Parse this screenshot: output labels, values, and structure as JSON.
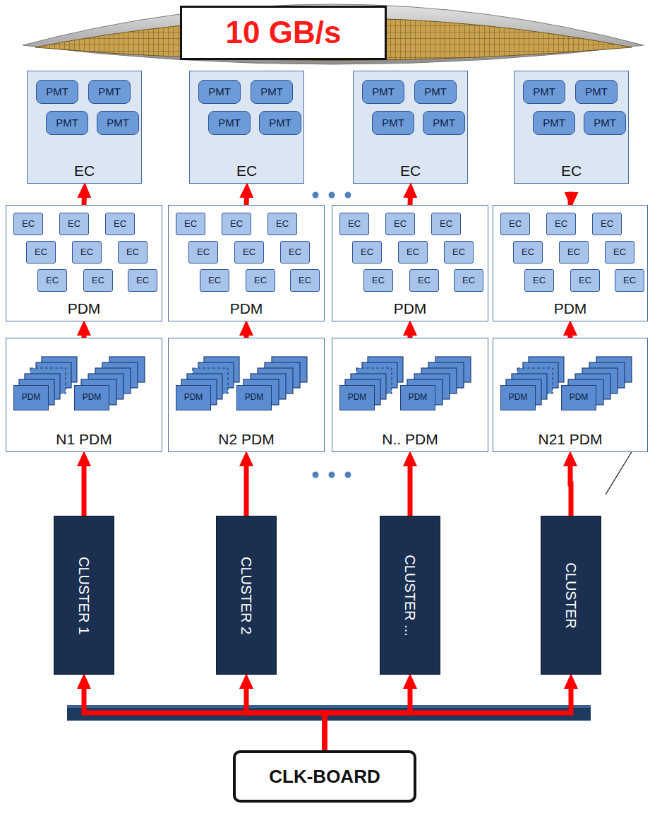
{
  "diagram": {
    "nodes": [
      {
        "text": [
          "10 GB/s"
        ]
      },
      {
        "text": [
          "EC"
        ]
      },
      {
        "text": [
          "PMT"
        ],
        "in": 1
      },
      {
        "text": [
          "PMT"
        ],
        "in": 1
      },
      {
        "text": [
          "PMT"
        ],
        "in": 1
      },
      {
        "text": [
          "PMT"
        ],
        "in": 1
      },
      {
        "text": [
          "EC"
        ]
      },
      {
        "text": [
          "PMT"
        ],
        "in": 6
      },
      {
        "text": [
          "PMT"
        ],
        "in": 6
      },
      {
        "text": [
          "PMT"
        ],
        "in": 6
      },
      {
        "text": [
          "PMT"
        ],
        "in": 6
      },
      {
        "text": [
          "EC"
        ]
      },
      {
        "text": [
          "PMT"
        ],
        "in": 11
      },
      {
        "text": [
          "PMT"
        ],
        "in": 11
      },
      {
        "text": [
          "PMT"
        ],
        "in": 11
      },
      {
        "text": [
          "PMT"
        ],
        "in": 11
      },
      {
        "text": [
          "EC"
        ]
      },
      {
        "text": [
          "PMT"
        ],
        "in": 16
      },
      {
        "text": [
          "PMT"
        ],
        "in": 16
      },
      {
        "text": [
          "PMT"
        ],
        "in": 16
      },
      {
        "text": [
          "PMT"
        ],
        "in": 16
      },
      {
        "text": [
          "PDM"
        ]
      },
      {
        "text": [
          "EC"
        ],
        "in": 21
      },
      {
        "text": [
          "EC"
        ],
        "in": 21
      },
      {
        "text": [
          "EC"
        ],
        "in": 21
      },
      {
        "text": [
          "EC"
        ],
        "in": 21
      },
      {
        "text": [
          "EC"
        ],
        "in": 21
      },
      {
        "text": [
          "EC"
        ],
        "in": 21
      },
      {
        "text": [
          "EC"
        ],
        "in": 21
      },
      {
        "text": [
          "EC"
        ],
        "in": 21
      },
      {
        "text": [
          "EC"
        ],
        "in": 21
      },
      {
        "text": [
          "PDM"
        ]
      },
      {
        "text": [
          "EC"
        ],
        "in": 31
      },
      {
        "text": [
          "EC"
        ],
        "in": 31
      },
      {
        "text": [
          "EC"
        ],
        "in": 31
      },
      {
        "text": [
          "EC"
        ],
        "in": 31
      },
      {
        "text": [
          "EC"
        ],
        "in": 31
      },
      {
        "text": [
          "EC"
        ],
        "in": 31
      },
      {
        "text": [
          "EC"
        ],
        "in": 31
      },
      {
        "text": [
          "EC"
        ],
        "in": 31
      },
      {
        "text": [
          "EC"
        ],
        "in": 31
      },
      {
        "text": [
          "PDM"
        ]
      },
      {
        "text": [
          "EC"
        ],
        "in": 41
      },
      {
        "text": [
          "EC"
        ],
        "in": 41
      },
      {
        "text": [
          "EC"
        ],
        "in": 41
      },
      {
        "text": [
          "EC"
        ],
        "in": 41
      },
      {
        "text": [
          "EC"
        ],
        "in": 41
      },
      {
        "text": [
          "EC"
        ],
        "in": 41
      },
      {
        "text": [
          "EC"
        ],
        "in": 41
      },
      {
        "text": [
          "EC"
        ],
        "in": 41
      },
      {
        "text": [
          "EC"
        ],
        "in": 41
      },
      {
        "text": [
          "PDM"
        ]
      },
      {
        "text": [
          "EC"
        ],
        "in": 51
      },
      {
        "text": [
          "EC"
        ],
        "in": 51
      },
      {
        "text": [
          "EC"
        ],
        "in": 51
      },
      {
        "text": [
          "EC"
        ],
        "in": 51
      },
      {
        "text": [
          "EC"
        ],
        "in": 51
      },
      {
        "text": [
          "EC"
        ],
        "in": 51
      },
      {
        "text": [
          "EC"
        ],
        "in": 51
      },
      {
        "text": [
          "EC"
        ],
        "in": 51
      },
      {
        "text": [
          "EC"
        ],
        "in": 51
      },
      {
        "text": [
          "N1 PDM"
        ]
      },
      {
        "text": [
          "PDM"
        ],
        "in": 61
      },
      {
        "text": [
          "PDM"
        ],
        "in": 61
      },
      {
        "text": [
          "N2 PDM"
        ]
      },
      {
        "text": [
          "PDM"
        ],
        "in": 64
      },
      {
        "text": [
          "PDM"
        ],
        "in": 64
      },
      {
        "text": [
          "N.. PDM"
        ]
      },
      {
        "text": [
          "PDM"
        ],
        "in": 67
      },
      {
        "text": [
          "PDM"
        ],
        "in": 67
      },
      {
        "text": [
          "N21 PDM"
        ]
      },
      {
        "text": [
          "PDM"
        ],
        "in": 70
      },
      {
        "text": [
          "PDM"
        ],
        "in": 70
      },
      {
        "text": [
          "CLUSTER 1"
        ]
      },
      {
        "text": [
          "CLUSTER 2"
        ]
      },
      {
        "text": [
          "CLUSTER ..."
        ]
      },
      {
        "text": [
          "CLUSTER"
        ]
      },
      {
        "text": [
          "CLK-BOARD"
        ]
      }
    ],
    "edges": [
      {
        "from": 77,
        "to": 73,
        "arrow": "to"
      },
      {
        "from": 77,
        "to": 74,
        "arrow": "to"
      },
      {
        "from": 77,
        "to": 75,
        "arrow": "to"
      },
      {
        "from": 77,
        "to": 76,
        "arrow": "to"
      },
      {
        "from": 73,
        "to": 61,
        "arrow": "to"
      },
      {
        "from": 74,
        "to": 64,
        "arrow": "to"
      },
      {
        "from": 75,
        "to": 67,
        "arrow": "to"
      },
      {
        "from": 76,
        "to": 70,
        "arrow": "to"
      },
      {
        "from": 61,
        "to": 21,
        "arrow": "to"
      },
      {
        "from": 64,
        "to": 31,
        "arrow": "to"
      },
      {
        "from": 67,
        "to": 41,
        "arrow": "to"
      },
      {
        "from": 70,
        "to": 51,
        "arrow": "to"
      },
      {
        "from": 21,
        "to": 1,
        "arrow": "to"
      },
      {
        "from": 31,
        "to": 6,
        "arrow": "to"
      },
      {
        "from": 41,
        "to": 11,
        "arrow": "to"
      },
      {
        "from": 51,
        "to": 16,
        "arrow": "to"
      }
    ]
  }
}
